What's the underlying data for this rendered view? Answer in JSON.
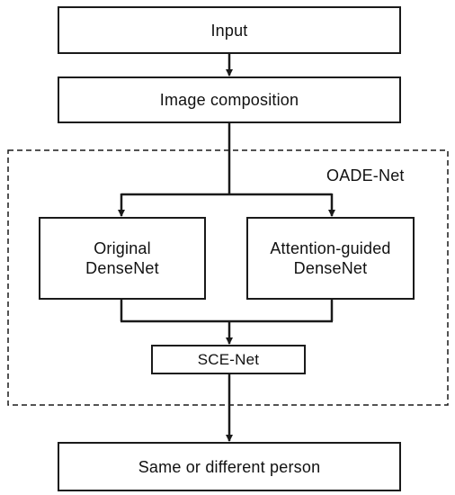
{
  "diagram": {
    "nodes": {
      "input": "Input",
      "image_composition": "Image composition",
      "original_densenet": "Original\nDenseNet",
      "attention_densenet": "Attention-guided\nDenseNet",
      "sce_net": "SCE-Net",
      "output": "Same or different person"
    },
    "group": {
      "label": "OADE-Net"
    },
    "colors": {
      "stroke": "#1a1a1a",
      "background": "#ffffff"
    }
  }
}
